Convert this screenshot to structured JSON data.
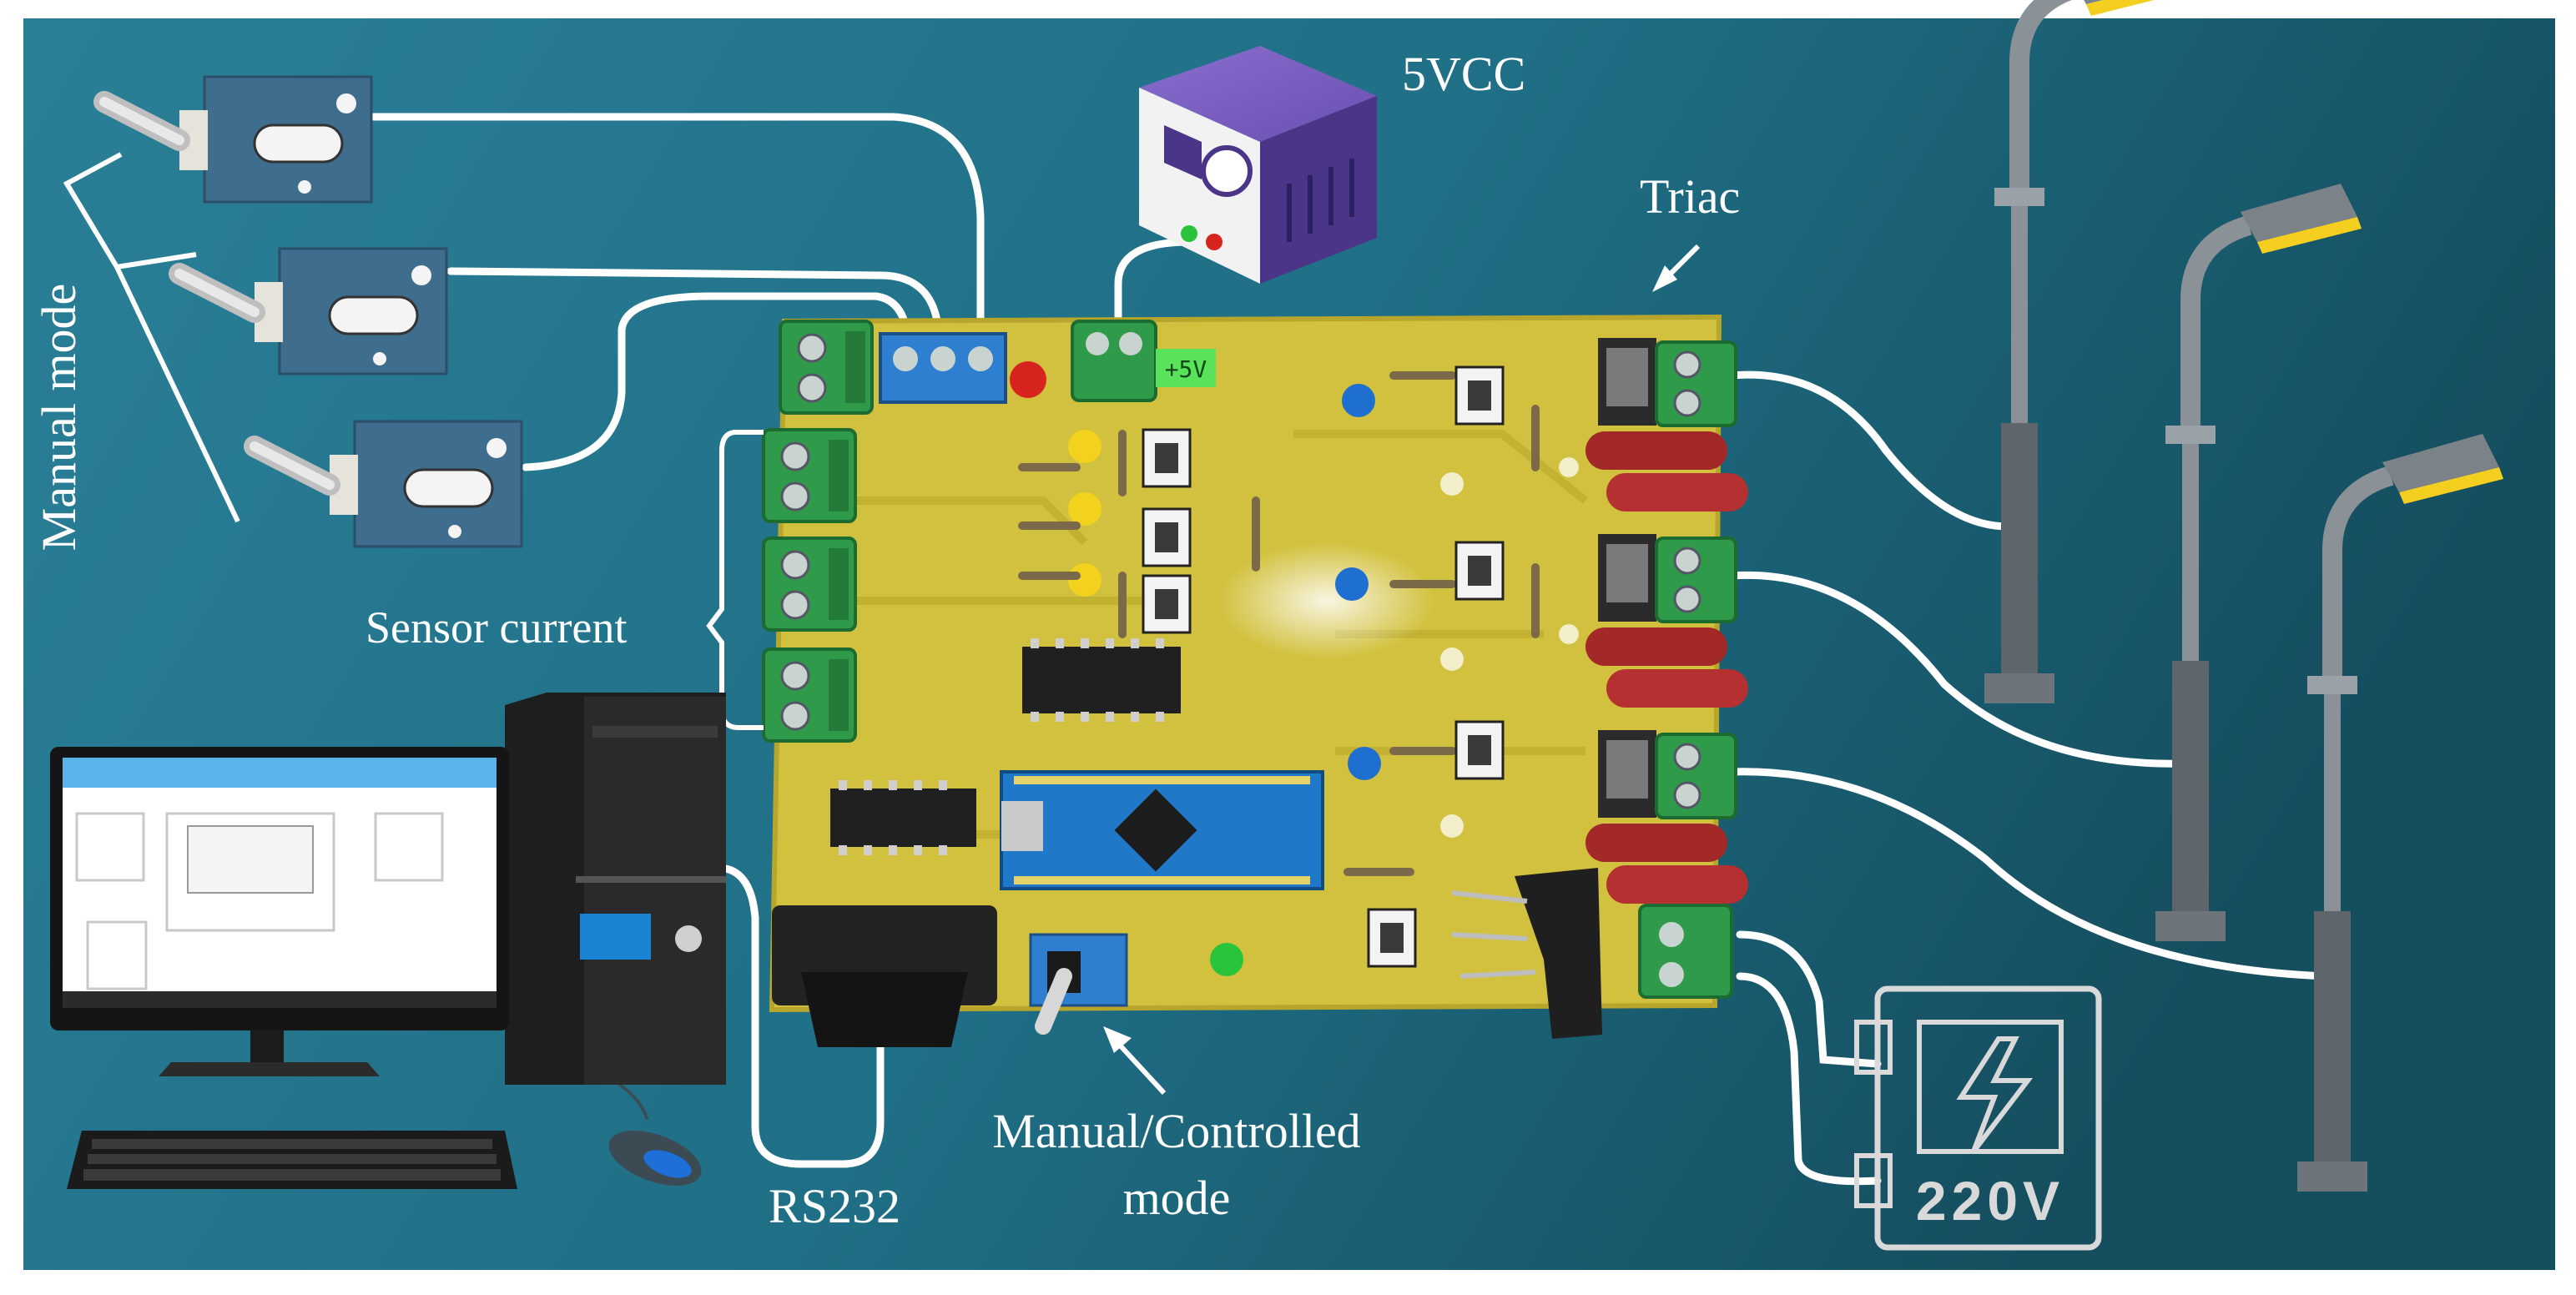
{
  "labels": {
    "manual_mode": "Manual mode",
    "sensor_current": "Sensor current",
    "supply": "5VCC",
    "triac": "Triac",
    "rs232": "RS232",
    "mode_switch_line1": "Manual/Controlled",
    "mode_switch_line2": "mode",
    "board_tag": "+5V",
    "mains": "220V"
  },
  "colors": {
    "background": "#1d6a80",
    "wire": "#ffffff",
    "pcb": "#d2c13e",
    "terminal": "#2f9a4a",
    "arduino": "#1f78c8",
    "power_supply": "#5a3e98",
    "lamp_pole": "#6e7378",
    "lamp_light": "#f4cf1f"
  },
  "icons": {
    "toggle_switch": "toggle-switch-icon",
    "power_supply": "power-supply-icon",
    "street_lamp": "street-lamp-icon",
    "computer": "desktop-computer-icon",
    "mains": "lightning-bolt-icon"
  }
}
